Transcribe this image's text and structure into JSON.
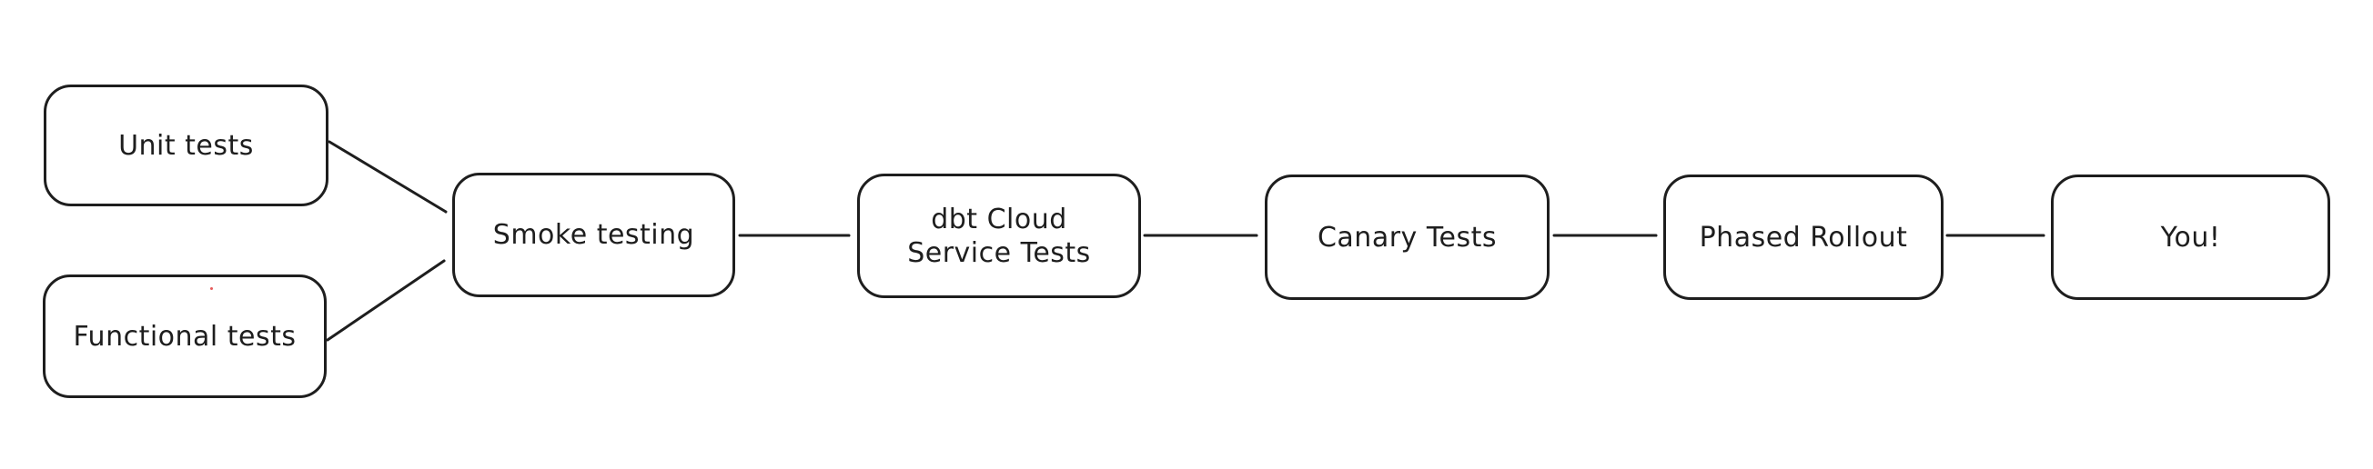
{
  "diagram_type": "flowchart",
  "colors": {
    "background": "#ffffff",
    "stroke": "#1e1e1e",
    "node_fill": "#ffffff",
    "stray_dot": "#e03131"
  },
  "nodes": [
    {
      "id": "unit-tests",
      "label": "Unit tests"
    },
    {
      "id": "functional-tests",
      "label": "Functional tests"
    },
    {
      "id": "smoke-testing",
      "label": "Smoke testing"
    },
    {
      "id": "dbt-cloud-service-tests",
      "label_line_1": "dbt Cloud",
      "label_line_2": "Service Tests"
    },
    {
      "id": "canary-tests",
      "label": "Canary Tests"
    },
    {
      "id": "phased-rollout",
      "label": "Phased Rollout"
    },
    {
      "id": "you",
      "label": "You!"
    }
  ],
  "edges": [
    {
      "from": "unit-tests",
      "to": "smoke-testing"
    },
    {
      "from": "functional-tests",
      "to": "smoke-testing"
    },
    {
      "from": "smoke-testing",
      "to": "dbt-cloud-service-tests"
    },
    {
      "from": "dbt-cloud-service-tests",
      "to": "canary-tests"
    },
    {
      "from": "canary-tests",
      "to": "phased-rollout"
    },
    {
      "from": "phased-rollout",
      "to": "you"
    }
  ]
}
